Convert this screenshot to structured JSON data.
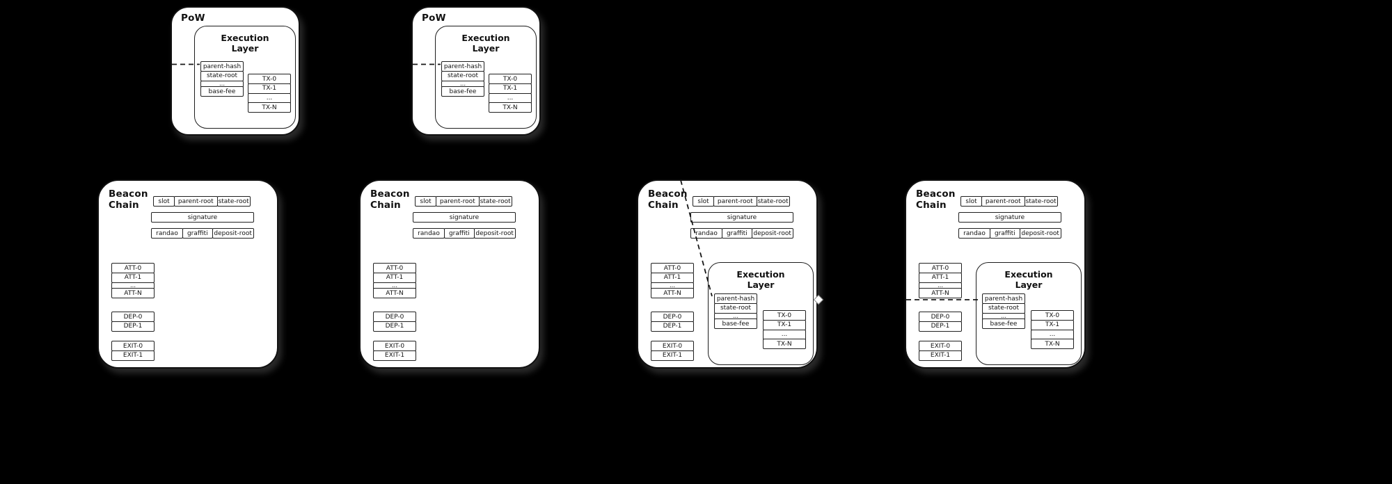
{
  "colors": {
    "background": "#000000",
    "block_background": "#ffffff",
    "line": "#111111"
  },
  "diagram": {
    "pow_block_count": 2,
    "beacon_block_count": 4,
    "beacon_blocks_with_execution_layer": [
      3,
      4
    ]
  },
  "pow": {
    "label": "PoW"
  },
  "beacon": {
    "label": "Beacon Chain",
    "header": {
      "slot": "slot",
      "parent_root": "parent-root",
      "state_root": "state-root",
      "signature": "signature",
      "randao": "randao",
      "graffiti": "graffiti",
      "deposit_root": "deposit-root"
    },
    "attestations": [
      "ATT-0",
      "ATT-1",
      "...",
      "ATT-N"
    ],
    "deposits": [
      "DEP-0",
      "DEP-1"
    ],
    "exits": [
      "EXIT-0",
      "EXIT-1"
    ]
  },
  "execution_layer": {
    "title": "Execution Layer",
    "fields": [
      "parent-hash",
      "state-root",
      "...",
      "base-fee"
    ],
    "transactions": [
      "TX-0",
      "TX-1",
      "...",
      "TX-N"
    ]
  }
}
